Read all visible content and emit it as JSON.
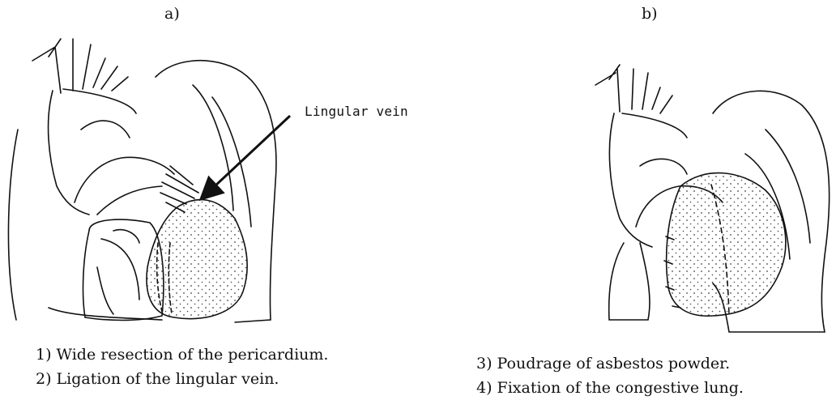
{
  "figure": {
    "panel_a": {
      "label": "a)",
      "annotation": "Lingular vein",
      "captions": [
        "1) Wide resection of the pericardium.",
        "2) Ligation of the lingular vein."
      ]
    },
    "panel_b": {
      "label": "b)",
      "captions": [
        "3) Poudrage of asbestos powder.",
        "4) Fixation of the congestive lung."
      ]
    },
    "colors": {
      "ink": "#111111",
      "stipple": "#444444",
      "background": "#ffffff"
    }
  }
}
